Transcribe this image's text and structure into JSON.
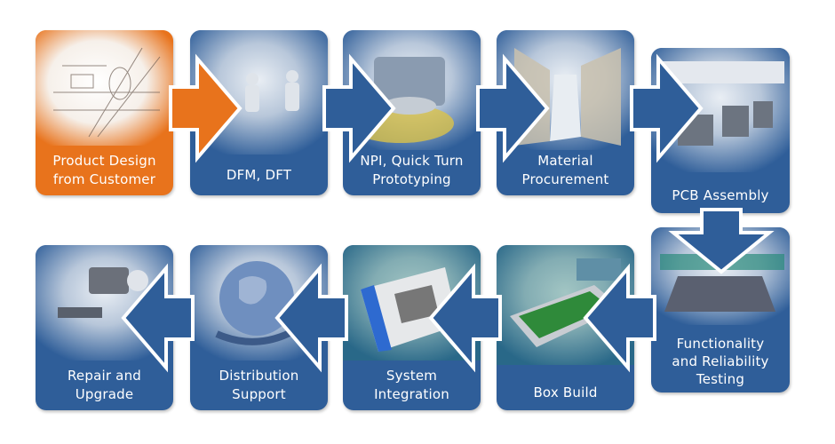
{
  "diagram": {
    "type": "process-flow",
    "colors": {
      "blue": "#2f5e99",
      "orange": "#e8731c",
      "arrow_outline": "#ffffff"
    },
    "steps": [
      {
        "label": "Product Design from Customer",
        "line1": "Product Design",
        "line2": "from Customer",
        "image": "engineering-drawing",
        "highlight": true
      },
      {
        "label": "DFM, DFT",
        "line1": "DFM, DFT",
        "image": "cleanroom-engineers"
      },
      {
        "label": "NPI, Quick Turn Prototyping",
        "line1": "NPI, Quick Turn",
        "line2": "Prototyping",
        "image": "machining-tool"
      },
      {
        "label": "Material Procurement",
        "line1": "Material",
        "line2": "Procurement",
        "image": "warehouse-shelves"
      },
      {
        "label": "PCB Assembly",
        "line1": "PCB Assembly",
        "image": "smt-assembly-line"
      },
      {
        "label": "Functionality and Reliability Testing",
        "line1": "Functionality",
        "line2": "and Reliability",
        "line3": "Testing",
        "image": "test-fixture"
      },
      {
        "label": "Box Build",
        "line1": "Box Build",
        "image": "circuit-board-enclosure"
      },
      {
        "label": "System Integration",
        "line1": "System",
        "line2": "Integration",
        "image": "test-instrument"
      },
      {
        "label": "Distribution Support",
        "line1": "Distribution",
        "line2": "Support",
        "image": "globe-in-hand"
      },
      {
        "label": "Repair and Upgrade",
        "line1": "Repair and",
        "line2": "Upgrade",
        "image": "technician-microscope"
      }
    ]
  }
}
